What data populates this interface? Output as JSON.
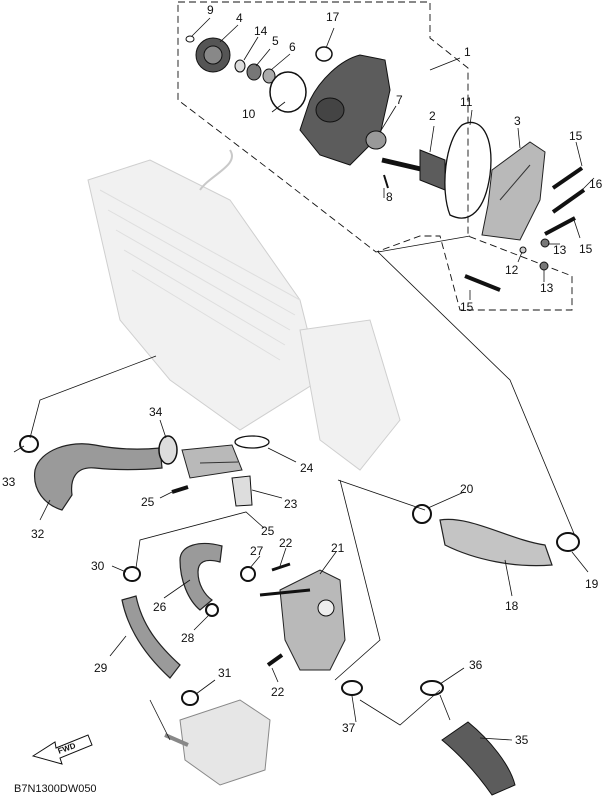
{
  "diagram_code": "B7N1300DW050",
  "direction_label": "FWD",
  "callouts": [
    "1",
    "2",
    "3",
    "4",
    "5",
    "6",
    "7",
    "8",
    "9",
    "10",
    "11",
    "12",
    "13",
    "13",
    "14",
    "15",
    "15",
    "15",
    "16",
    "17",
    "18",
    "19",
    "20",
    "21",
    "22",
    "22",
    "23",
    "24",
    "25",
    "25",
    "26",
    "27",
    "28",
    "29",
    "30",
    "31",
    "32",
    "33",
    "34",
    "35",
    "36",
    "37"
  ]
}
